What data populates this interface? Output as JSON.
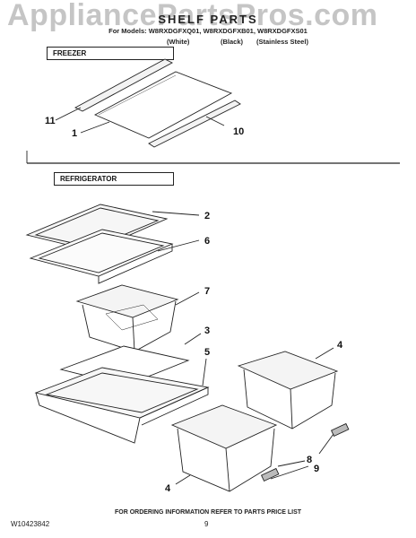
{
  "watermark": "AppliancePartsPros.com",
  "header": {
    "title": "SHELF PARTS",
    "models": "For Models: W8RXDGFXQ01, W8RXDGFXB01, W8RXDGFXS01",
    "colors": [
      "(White)",
      "(Black)",
      "(Stainless Steel)"
    ]
  },
  "sections": {
    "freezer": "FREEZER",
    "refrigerator": "REFRIGERATOR"
  },
  "callouts": [
    "11",
    "1",
    "10",
    "2",
    "6",
    "7",
    "3",
    "5",
    "4",
    "8",
    "9",
    "4"
  ],
  "footer": {
    "note": "FOR ORDERING INFORMATION REFER TO PARTS PRICE LIST",
    "doc_number": "W10423842",
    "page_number": "9"
  }
}
